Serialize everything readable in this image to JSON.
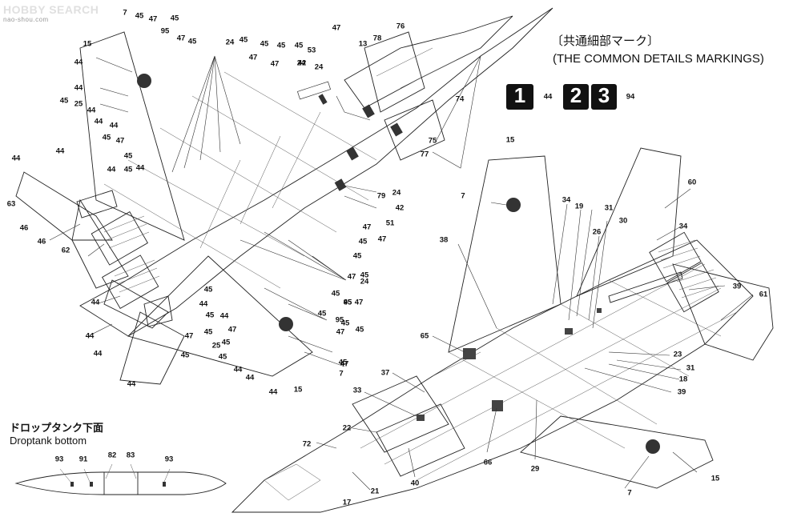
{
  "watermark": {
    "brand": "HOBBY SEARCH",
    "glyphs": "",
    "url": "nao-shou.com"
  },
  "header": {
    "title_jp": "〔共通細部マーク〕",
    "title_en": "(THE COMMON DETAILS MARKINGS)",
    "badges": [
      {
        "marks": [
          "1"
        ],
        "ref": "44"
      },
      {
        "marks": [
          "2",
          "3"
        ],
        "ref": "94"
      }
    ]
  },
  "droptank": {
    "title_jp": "ドロップタンク下面",
    "title_en": "Droptank bottom",
    "callouts": [
      "93",
      "91",
      "82",
      "83",
      "93"
    ]
  },
  "top_view": {
    "callouts": [
      "15",
      "7",
      "45",
      "47",
      "45",
      "44",
      "44",
      "95",
      "47",
      "45",
      "44",
      "45",
      "25",
      "44",
      "45",
      "44",
      "47",
      "45",
      "45",
      "44",
      "44",
      "44",
      "44",
      "63",
      "46",
      "46",
      "62",
      "44",
      "44",
      "44",
      "44",
      "45",
      "47",
      "45",
      "44",
      "45",
      "44",
      "45",
      "47",
      "25",
      "45",
      "44",
      "44",
      "15",
      "44",
      "45",
      "95",
      "7",
      "45",
      "24",
      "45",
      "47",
      "24",
      "45",
      "47",
      "45",
      "45",
      "53",
      "42",
      "24",
      "47",
      "13",
      "78",
      "76",
      "74",
      "75",
      "77",
      "79",
      "24",
      "42",
      "51",
      "47",
      "45",
      "47",
      "45",
      "45",
      "47",
      "24",
      "45",
      "95",
      "45",
      "47",
      "45",
      "47",
      "45",
      "47",
      "45"
    ]
  },
  "bottom_view": {
    "callouts": [
      "15",
      "7",
      "38",
      "34",
      "19",
      "31",
      "30",
      "26",
      "60",
      "34",
      "39",
      "61",
      "65",
      "23",
      "31",
      "18",
      "39",
      "37",
      "33",
      "22",
      "72",
      "21",
      "17",
      "40",
      "66",
      "29",
      "7",
      "15"
    ]
  }
}
